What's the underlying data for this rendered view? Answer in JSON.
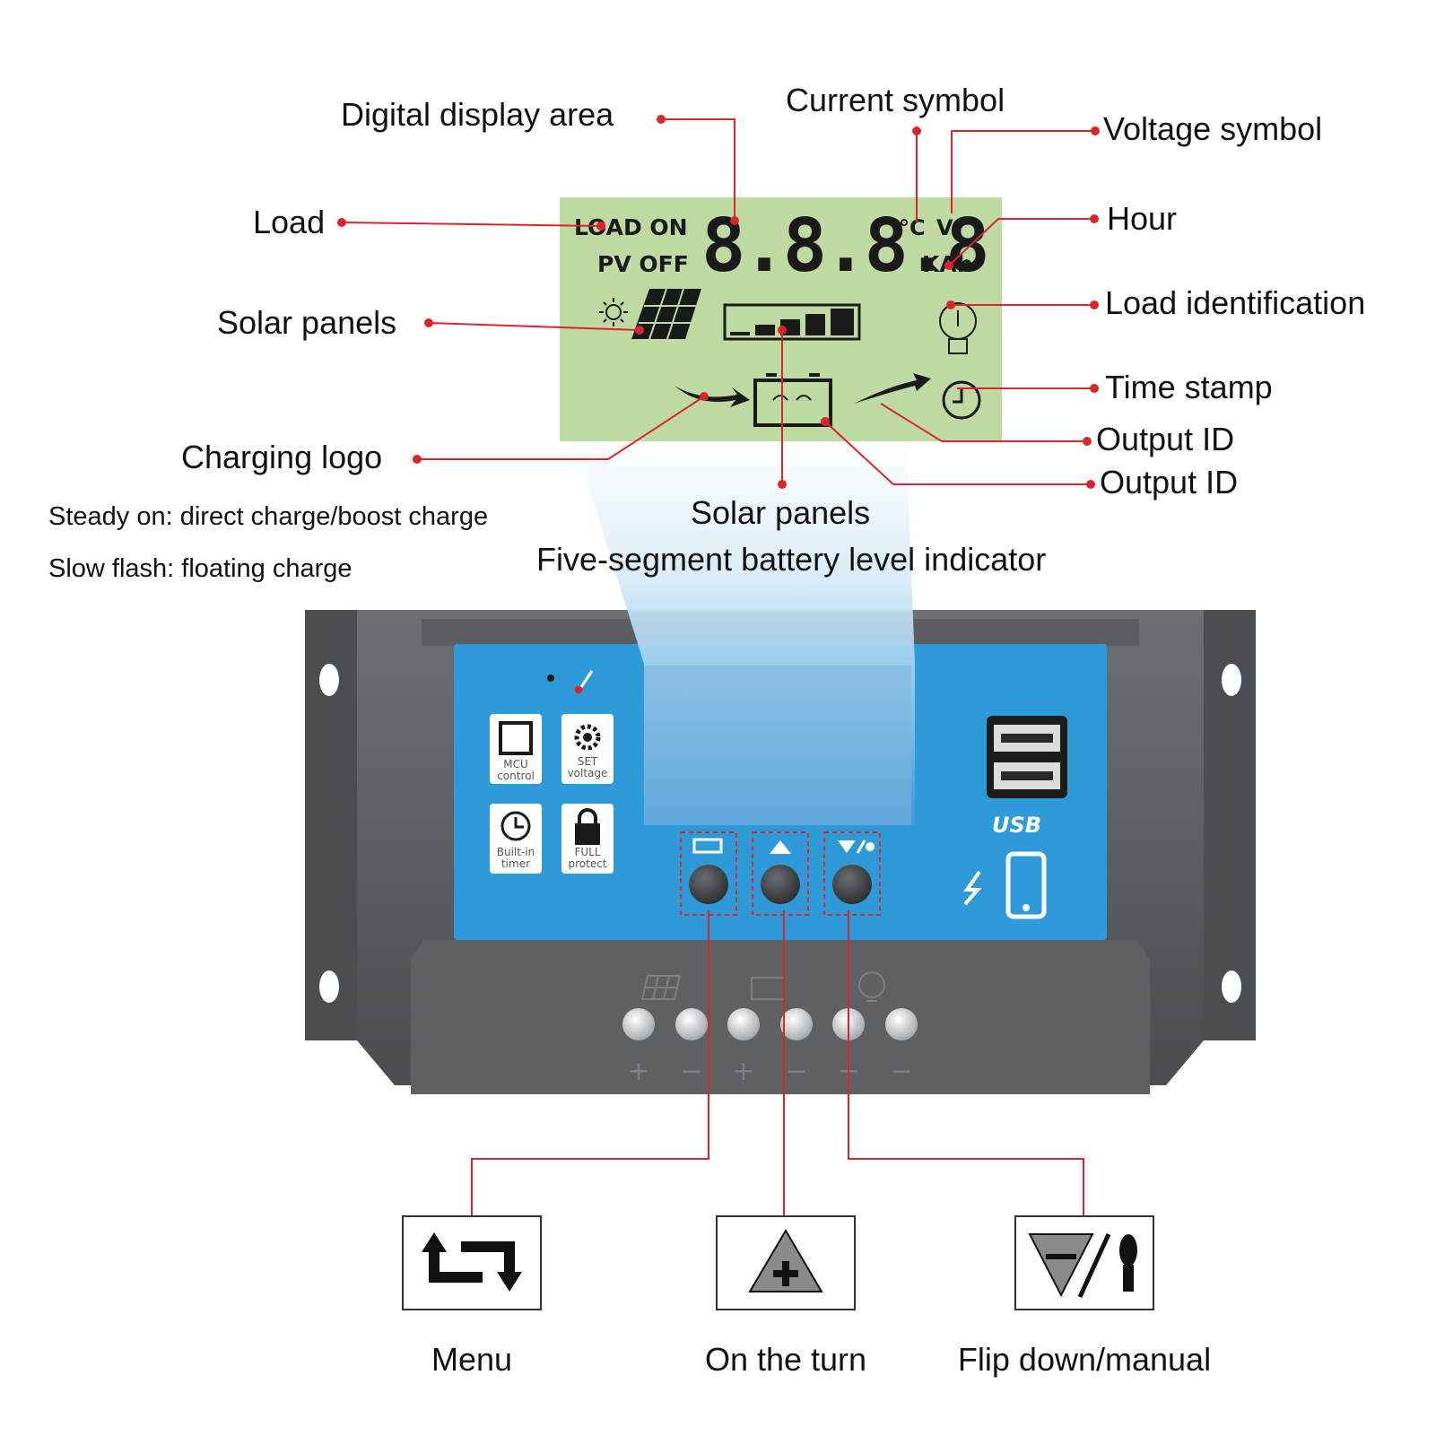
{
  "colors": {
    "callout_line": "#d9262c",
    "lcd_bg": "#bfd9a2",
    "lcd_ink": "#1a1a1a",
    "panel_blue": "#2f9ad8",
    "housing_dark": "#55585b",
    "housing_mid": "#6b6f73"
  },
  "lcd": {
    "load_on": "LOAD ON",
    "pv_off": "PV OFF",
    "digits": "8.8.8.8",
    "celsius": "°C",
    "volt": "V",
    "kah": "KAh"
  },
  "callouts": {
    "digital_display_area": "Digital display area",
    "current_symbol": "Current symbol",
    "voltage_symbol": "Voltage symbol",
    "load": "Load",
    "hour": "Hour",
    "solar_panels_left": "Solar panels",
    "load_identification": "Load identification",
    "time_stamp": "Time stamp",
    "charging_logo": "Charging logo",
    "output_id_1": "Output ID",
    "output_id_2": "Output ID",
    "solar_panels_bottom": "Solar panels",
    "battery_level": "Five-segment battery level indicator"
  },
  "notes": {
    "steady_on": "Steady on: direct charge/boost charge",
    "slow_flash": "Slow flash: floating charge"
  },
  "panel": {
    "mcu_line1": "MCU",
    "mcu_line2": "control",
    "set_line1": "SET",
    "set_line2": "voltage",
    "timer_line1": "Built-in",
    "timer_line2": "timer",
    "full_line1": "FULL",
    "full_line2": "protect",
    "usb": "USB",
    "terminals": [
      "+",
      "−",
      "+",
      "−",
      "+",
      "−"
    ]
  },
  "buttons": {
    "menu": "Menu",
    "turn": "On the turn",
    "flip": "Flip down/manual"
  },
  "icons": {
    "menu": "menu-cycle-arrows-icon",
    "turn": "up-plus-triangle-icon",
    "flip": "down-minus-triangle-bulb-icon"
  }
}
